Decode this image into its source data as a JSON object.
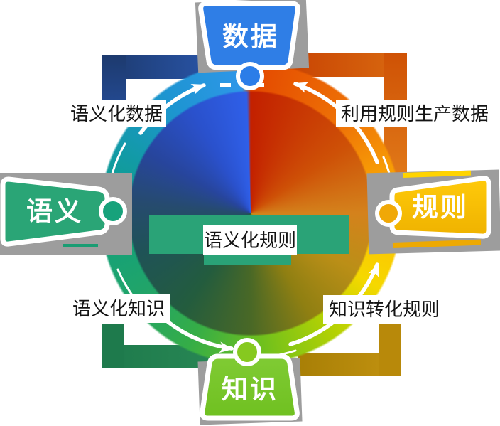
{
  "diagram": {
    "type": "cycle-diagram",
    "nodes": {
      "data": {
        "label": "数据",
        "color": "#2f7ee6",
        "position": "top"
      },
      "rules": {
        "label": "规则",
        "color": "#f9c404",
        "position": "right"
      },
      "knowledge": {
        "label": "知识",
        "color": "#7cc62c",
        "position": "bottom"
      },
      "semantics": {
        "label": "语义",
        "color": "#2aa576",
        "position": "left"
      }
    },
    "edges": {
      "semantics_to_data": {
        "label": "语义化数据",
        "from": "semantics",
        "to": "data"
      },
      "rules_to_data": {
        "label": "利用规则生产数据",
        "from": "rules",
        "to": "data"
      },
      "semantics_to_knowledge": {
        "label": "语义化知识",
        "from": "semantics",
        "to": "knowledge"
      },
      "knowledge_to_rules": {
        "label": "知识转化规则",
        "from": "knowledge",
        "to": "rules"
      },
      "semantics_to_rules": {
        "label": "语义化规则",
        "from": "semantics",
        "to": "rules"
      }
    },
    "colors": {
      "ring_top_right": "#e44a00",
      "ring_right": "#ffc103",
      "ring_bottom": "#6fc01d",
      "ring_left": "#0fa07f",
      "ring_top_left": "#2e96e8",
      "bracket_top_left": "#1d3a6e",
      "bracket_top_right": "#c43a00",
      "bracket_bottom_left": "#1e7a4c",
      "bracket_bottom_right": "#a87f06",
      "center_bar": "#2aa377",
      "shadow_gray": "#9d9d9d",
      "label_text": "#141414",
      "node_text": "#ffffff"
    }
  }
}
